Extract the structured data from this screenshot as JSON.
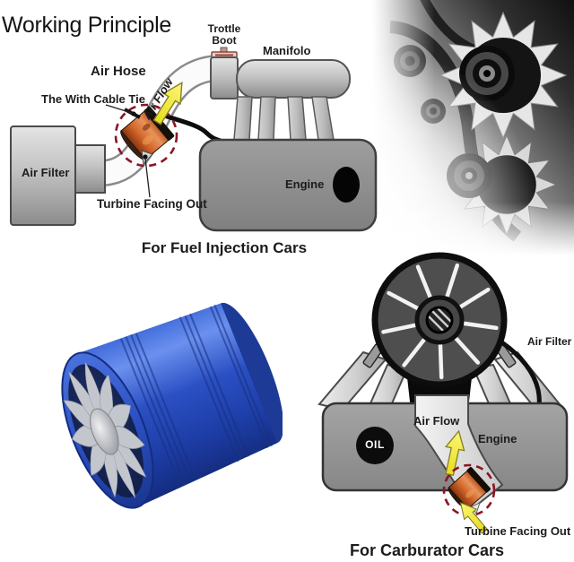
{
  "title": "Working Principle",
  "fuel_injection": {
    "labels": {
      "air_hose": "Air Hose",
      "throttle_boot": "Trottle Boot",
      "manifold": "Manifolo",
      "cable_tie": "The With Cable Tie",
      "air_filter": "Air Filter",
      "engine": "Engine",
      "air_flow": "Air Flow",
      "turbine_note": "Turbine Facing Out"
    },
    "caption": "For Fuel Injection Cars"
  },
  "carburetor": {
    "labels": {
      "air_filter": "Air Filter",
      "oil": "OIL",
      "engine": "Engine",
      "air_flow": "Air Flow",
      "turbine_note": "Turbine Facing Out"
    },
    "caption": "For Carburator Cars"
  },
  "colors": {
    "fan_blue": "#2b50c4",
    "turbine_orange": "#c8551c",
    "arrow_yellow": "#f2e93d",
    "dashed_circle_red": "#8b1524",
    "diagram_gray": "#9a9a9a"
  },
  "images": {
    "engine_photo": "engine-photo",
    "product_photo": "blue-double-turbine-fan"
  }
}
